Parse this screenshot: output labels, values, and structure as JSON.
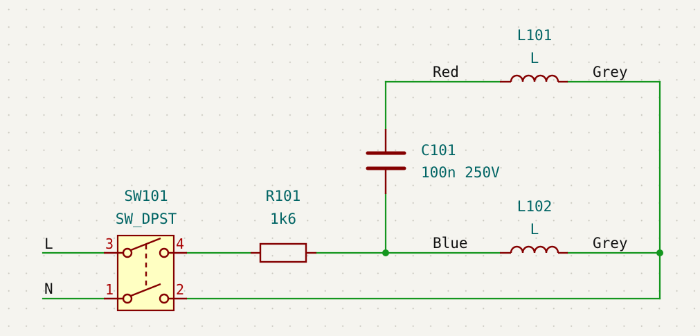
{
  "schematic": {
    "nets": {
      "line": "L",
      "neutral": "N",
      "red": "Red",
      "blue": "Blue",
      "grey_top": "Grey",
      "grey_bottom": "Grey"
    },
    "components": {
      "sw101": {
        "ref": "SW101",
        "value": "SW_DPST",
        "pins": [
          "3",
          "4",
          "1",
          "2"
        ]
      },
      "r101": {
        "ref": "R101",
        "value": "1k6"
      },
      "c101": {
        "ref": "C101",
        "value": "100n 250V"
      },
      "l101": {
        "ref": "L101",
        "value": "L"
      },
      "l102": {
        "ref": "L102",
        "value": "L"
      }
    }
  },
  "colors": {
    "wire": "#14961e",
    "component": "#840000",
    "reference_text": "#006464",
    "switch_body": "#ffffc2",
    "background": "#f5f4ef"
  }
}
